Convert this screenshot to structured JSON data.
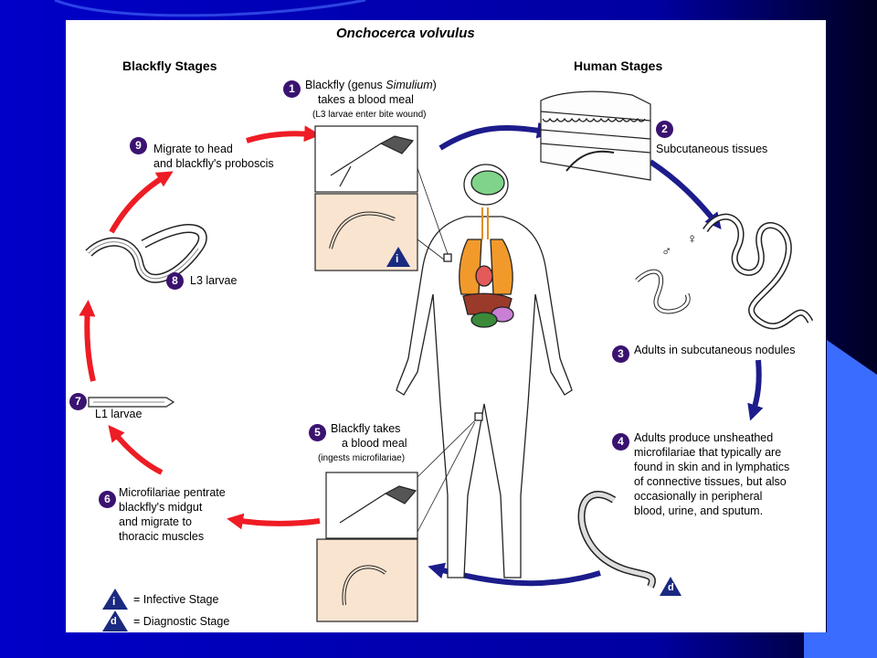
{
  "colors": {
    "slide_bg": "#0000b8",
    "accent_bar": "#3a6cff",
    "panel": "#ffffff",
    "arrow_red": "#ee1c24",
    "arrow_blue": "#1c1c8c",
    "step_badge": "#3a1370",
    "inset_fill": "#f9e4d0"
  },
  "diagram": {
    "title": "Onchocerca volvulus",
    "blackfly_heading": "Blackfly Stages",
    "human_heading": "Human Stages",
    "steps": [
      {
        "n": "1",
        "line1_a": "Blackfly (genus ",
        "line1_i": "Simulium",
        "line1_b": ")",
        "line2": "takes a blood meal",
        "note": "(L3 larvae enter bite wound)"
      },
      {
        "n": "2",
        "line1": "Subcutaneous tissues"
      },
      {
        "n": "3",
        "line1": "Adults in subcutaneous nodules"
      },
      {
        "n": "4",
        "lines": [
          "Adults produce unsheathed",
          "microfilariae that typically are",
          "found in skin and in lymphatics",
          "of connective tissues,  but also",
          "occasionally in peripheral",
          "blood, urine, and sputum."
        ]
      },
      {
        "n": "5",
        "line1": "Blackfly takes",
        "line2": "a blood meal",
        "note": "(ingests microfilariae)"
      },
      {
        "n": "6",
        "lines": [
          "Microfilariae pentrate",
          "blackfly's midgut",
          "and migrate to",
          "thoracic muscles"
        ]
      },
      {
        "n": "7",
        "line1": "L1 larvae"
      },
      {
        "n": "8",
        "line1": "L3 larvae"
      },
      {
        "n": "9",
        "line1": "Migrate to head",
        "line2": "and blackfly's proboscis"
      }
    ],
    "legend": {
      "infective_symbol": "i",
      "infective_label": "= Infective Stage",
      "diagnostic_symbol": "d",
      "diagnostic_label": "= Diagnostic Stage"
    },
    "sex_symbols": {
      "male": "♂",
      "female": "♀"
    }
  }
}
